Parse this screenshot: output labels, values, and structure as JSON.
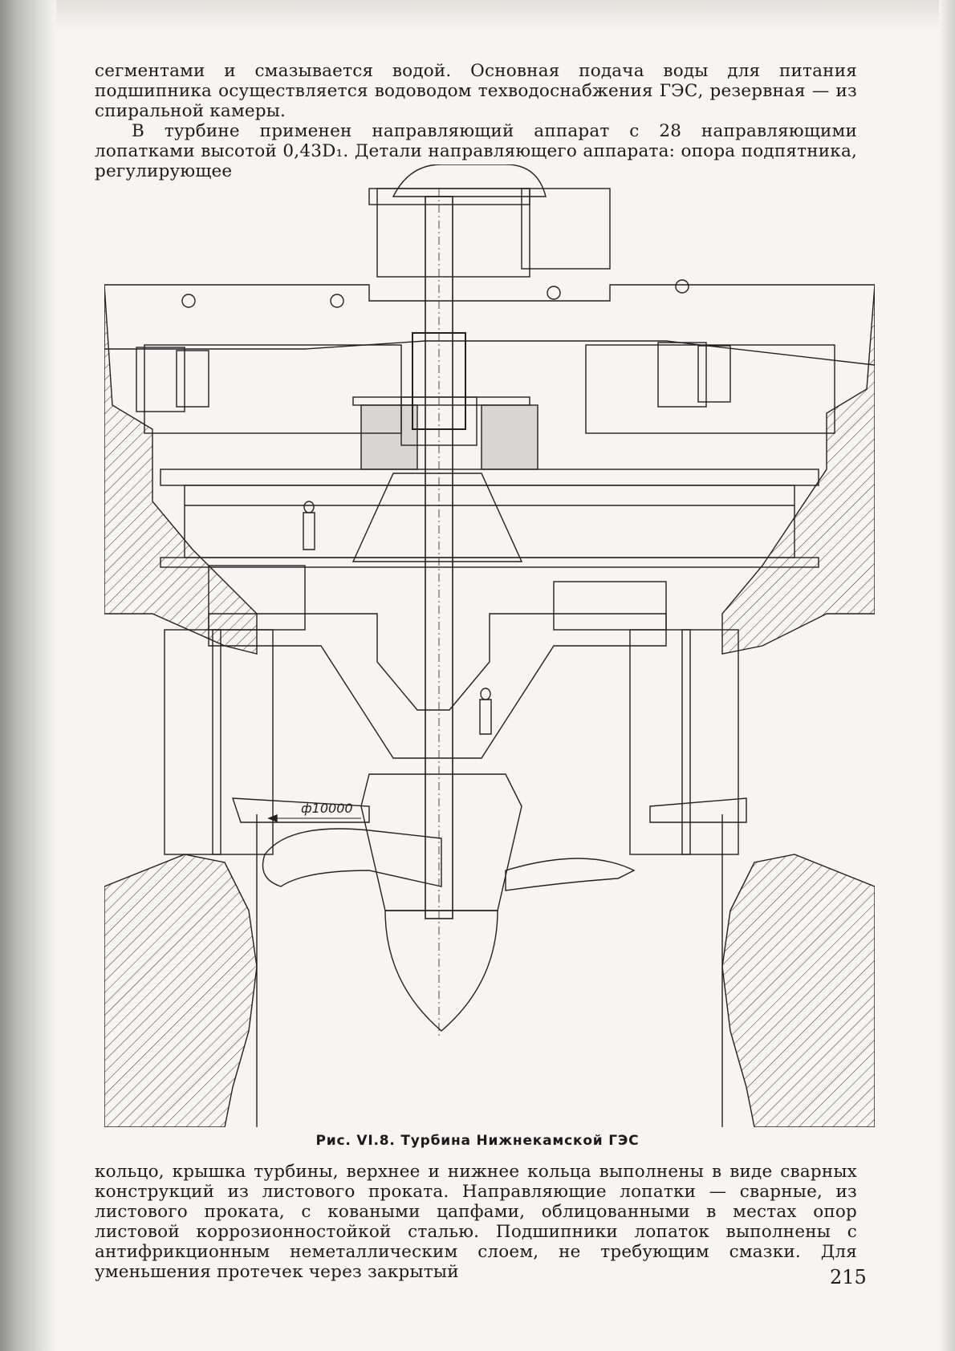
{
  "page": {
    "top_paragraphs": [
      "сегментами и смазывается водой. Основная подача воды для питания подшипника осуществляется водоводом техводоснабжения ГЭС, резервная — из спиральной камеры.",
      "В турбине применен направляющий аппарат с 28 направляющими лопатками высотой 0,43D₁. Детали направляющего аппарата: опора подпятника, регулирующее"
    ],
    "figure": {
      "dimension_label": "ф10000",
      "caption": "Рис. VI.8. Турбина Нижнекамской ГЭС"
    },
    "bottom_paragraph": "кольцо, крышка турбины, верхнее и нижнее кольца выполнены в виде сварных конструкций из листового проката. Направляющие лопатки — сварные, из листового проката, с коваными цапфами, облицованными в местах опор листовой коррозионностойкой сталью. Подшипники лопаток выполнены с антифрикционным неметаллическим слоем, не требующим смазки. Для уменьшения протечек через закрытый",
    "page_number": "215"
  }
}
